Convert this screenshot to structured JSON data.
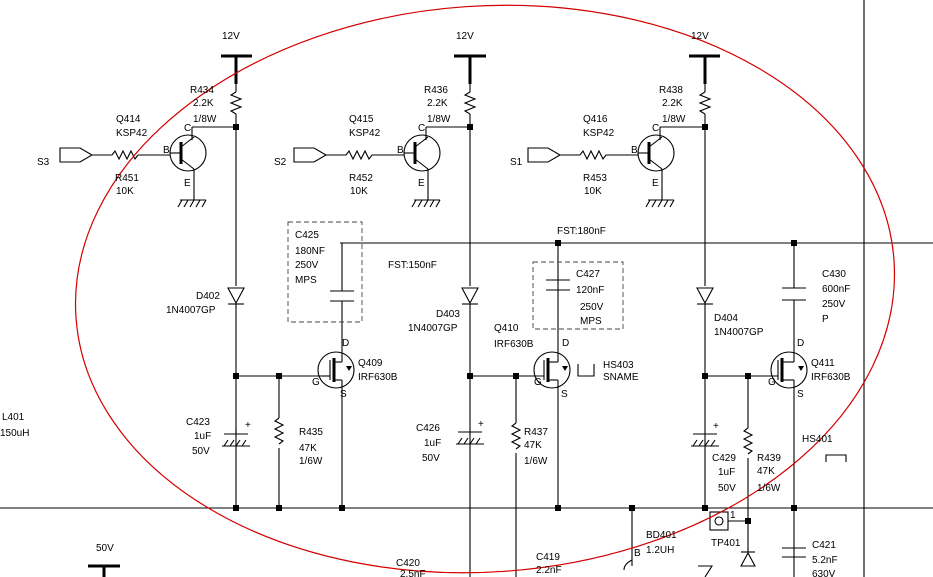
{
  "rails": {
    "v12_a": "12V",
    "v12_b": "12V",
    "v12_c": "12V",
    "v50": "50V"
  },
  "signals": {
    "s3": "S3",
    "s2": "S2",
    "s1": "S1"
  },
  "resistors": {
    "r434": {
      "ref": "R434",
      "value": "2.2K",
      "power": "1/8W"
    },
    "r436": {
      "ref": "R436",
      "value": "2.2K",
      "power": "1/8W"
    },
    "r438": {
      "ref": "R438",
      "value": "2.2K",
      "power": "1/8W"
    },
    "r451": {
      "ref": "R451",
      "value": "10K"
    },
    "r452": {
      "ref": "R452",
      "value": "10K"
    },
    "r453": {
      "ref": "R453",
      "value": "10K"
    },
    "r435": {
      "ref": "R435",
      "value": "47K",
      "power": "1/6W"
    },
    "r437": {
      "ref": "R437",
      "value": "47K",
      "power": "1/6W"
    },
    "r439": {
      "ref": "R439",
      "value": "47K",
      "power": "1/6W"
    }
  },
  "transistors": {
    "q414": {
      "ref": "Q414",
      "part": "KSP42"
    },
    "q415": {
      "ref": "Q415",
      "part": "KSP42"
    },
    "q416": {
      "ref": "Q416",
      "part": "KSP42"
    },
    "q409": {
      "ref": "Q409",
      "part": "IRF630B"
    },
    "q410": {
      "ref": "Q410",
      "part": "IRF630B"
    },
    "q411": {
      "ref": "Q411",
      "part": "IRF630B"
    }
  },
  "pins": {
    "b": "B",
    "c": "C",
    "e": "E",
    "d": "D",
    "g": "G",
    "s": "S"
  },
  "diodes": {
    "d402": {
      "ref": "D402",
      "part": "1N4007GP"
    },
    "d403": {
      "ref": "D403",
      "part": "1N4007GP"
    },
    "d404": {
      "ref": "D404",
      "part": "1N4007GP"
    }
  },
  "capacitors": {
    "c425": {
      "ref": "C425",
      "value": "180NF",
      "voltage": "250V",
      "type": "MPS"
    },
    "c427": {
      "ref": "C427",
      "value": "120nF",
      "voltage": "250V",
      "type": "MPS"
    },
    "c430": {
      "ref": "C430",
      "value": "600nF",
      "voltage": "250V",
      "type": "P"
    },
    "c423": {
      "ref": "C423",
      "value": "1uF",
      "voltage": "50V"
    },
    "c426": {
      "ref": "C426",
      "value": "1uF",
      "voltage": "50V"
    },
    "c429": {
      "ref": "C429",
      "value": "1uF",
      "voltage": "50V"
    },
    "c420": {
      "ref": "C420",
      "value": "2.5nF"
    },
    "c419": {
      "ref": "C419",
      "value": "2.2nF"
    },
    "c421": {
      "ref": "C421",
      "value": "5.2nF",
      "voltage": "630V"
    }
  },
  "polarity": "+",
  "notes": {
    "fst180": "FST:180nF",
    "fst150": "FST:150nF"
  },
  "heatsinks": {
    "hs403": {
      "ref": "HS403",
      "name": "SNAME"
    },
    "hs401": {
      "ref": "HS401"
    }
  },
  "inductors": {
    "l401": {
      "ref": "L401",
      "value": "150uH"
    },
    "bd401": {
      "ref": "BD401",
      "value": "1.2UH",
      "pin": "B"
    }
  },
  "testpoints": {
    "tp401": {
      "ref": "TP401",
      "pin": "1"
    }
  },
  "colors": {
    "wire": "#000000",
    "annotation_ellipse": "#d40000",
    "dashed_box": "#444444",
    "background": "#ffffff"
  }
}
